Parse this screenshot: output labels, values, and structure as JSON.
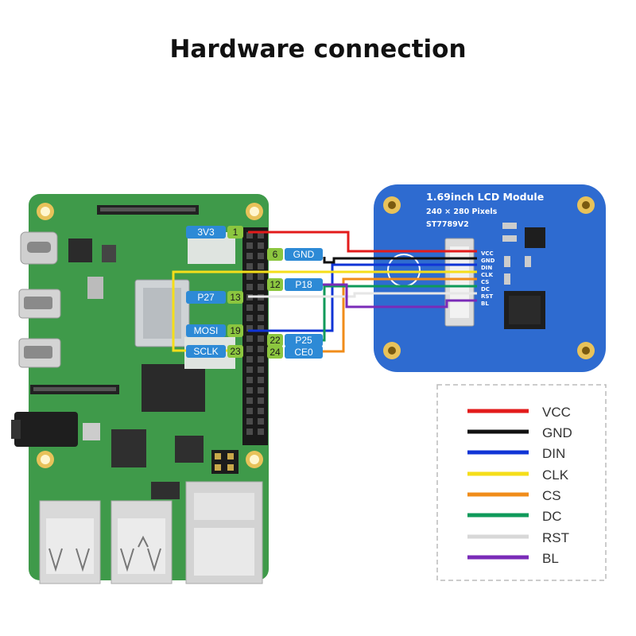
{
  "title": "Hardware connection",
  "pi_pins": [
    {
      "label": "3V3",
      "num": "1"
    },
    {
      "label": "GND",
      "num": "6"
    },
    {
      "label": "P18",
      "num": "12"
    },
    {
      "label": "P27",
      "num": "13"
    },
    {
      "label": "MOSI",
      "num": "19"
    },
    {
      "label": "P25",
      "num": "22"
    },
    {
      "label": "SCLK",
      "num": "23"
    },
    {
      "label": "CE0",
      "num": "24"
    }
  ],
  "lcd": {
    "name": "1.69inch LCD Module",
    "resolution": "240 × 280 Pixels",
    "driver": "ST7789V2",
    "pins": [
      "VCC",
      "GND",
      "DIN",
      "CLK",
      "CS",
      "DC",
      "RST",
      "BL"
    ]
  },
  "legend": [
    {
      "label": "VCC",
      "color": "#e31b1b"
    },
    {
      "label": "GND",
      "color": "#111111"
    },
    {
      "label": "DIN",
      "color": "#1034d6"
    },
    {
      "label": "CLK",
      "color": "#f5de1a"
    },
    {
      "label": "CS",
      "color": "#f08c1a"
    },
    {
      "label": "DC",
      "color": "#0f9a5a"
    },
    {
      "label": "RST",
      "color": "#dcdcdc"
    },
    {
      "label": "BL",
      "color": "#7a2bb8"
    }
  ],
  "colors": {
    "board": "#3f9a4a",
    "pin_label_bg": "#2d8ad6",
    "pin_num_bg": "#8cc63f",
    "lcd_board": "#2e6bd0"
  }
}
